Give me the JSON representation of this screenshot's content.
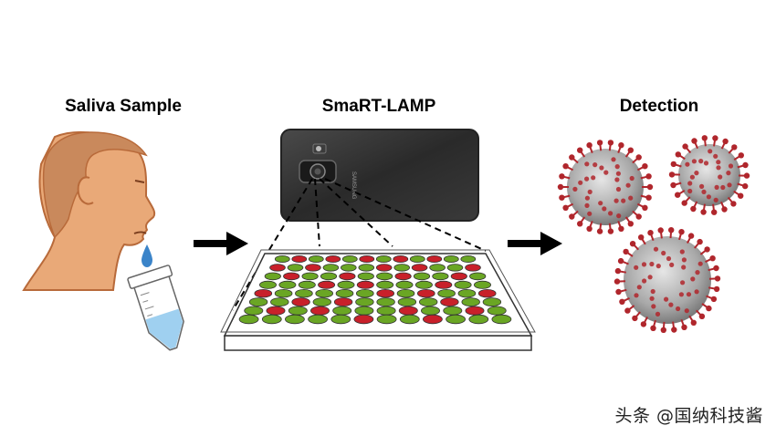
{
  "labels": {
    "sample": "Saliva Sample",
    "method": "SmaRT-LAMP",
    "result": "Detection"
  },
  "phone": {
    "brand": "SAMSUNG"
  },
  "plate": {
    "rows": 8,
    "cols": 12,
    "red_wells": [
      [
        0,
        1
      ],
      [
        0,
        3
      ],
      [
        0,
        5
      ],
      [
        0,
        7
      ],
      [
        0,
        9
      ],
      [
        1,
        0
      ],
      [
        1,
        2
      ],
      [
        1,
        6
      ],
      [
        1,
        8
      ],
      [
        1,
        11
      ],
      [
        2,
        1
      ],
      [
        2,
        4
      ],
      [
        2,
        7
      ],
      [
        2,
        10
      ],
      [
        3,
        3
      ],
      [
        3,
        5
      ],
      [
        3,
        9
      ],
      [
        4,
        0
      ],
      [
        4,
        6
      ],
      [
        4,
        8
      ],
      [
        4,
        11
      ],
      [
        5,
        2
      ],
      [
        5,
        4
      ],
      [
        5,
        9
      ],
      [
        6,
        1
      ],
      [
        6,
        3
      ],
      [
        6,
        7
      ],
      [
        6,
        10
      ],
      [
        7,
        5
      ],
      [
        7,
        8
      ]
    ],
    "colors": {
      "red": "#c8202a",
      "green": "#6aa624",
      "plate": "#ffffff"
    }
  },
  "colors": {
    "skin": "#e9a978",
    "skin_outline": "#b86a3a",
    "hair": "#c9895c",
    "saliva": "#3b84c9",
    "tube_liquid": "#9fd0f0",
    "virus_body": "#c9c9c9",
    "virus_spike": "#b0262c"
  },
  "watermark": "头条 @国纳科技酱"
}
